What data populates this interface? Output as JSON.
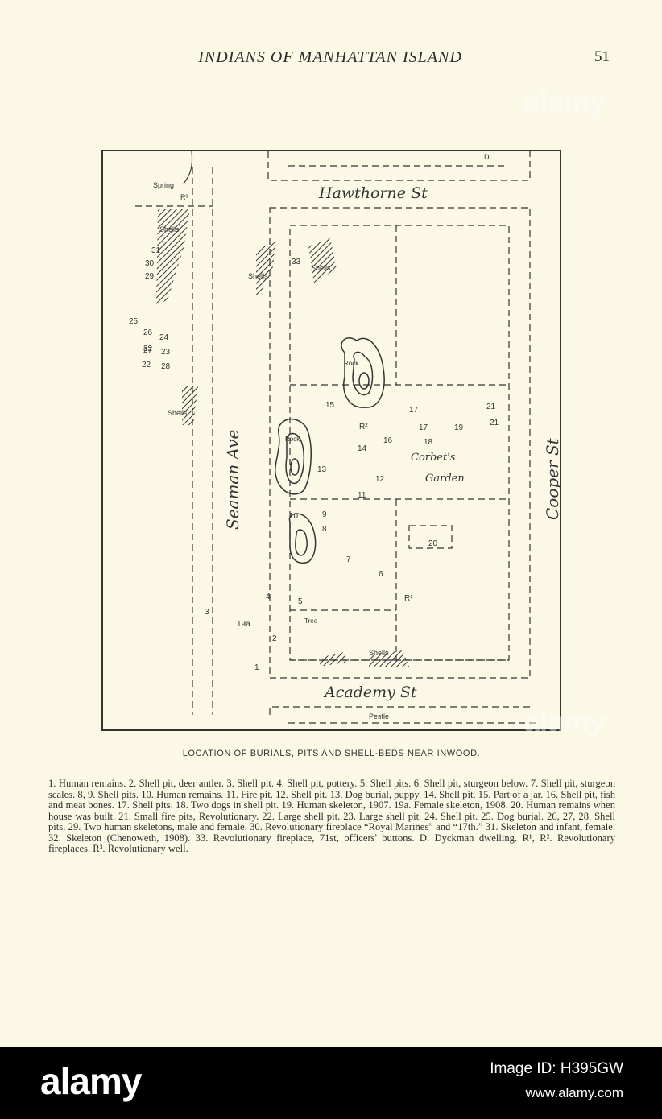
{
  "header": {
    "title": "INDIANS OF MANHATTAN ISLAND",
    "page_number": "51"
  },
  "map": {
    "streets": {
      "hawthorne": "Hawthorne St",
      "academy": "Academy St",
      "seaman": "Seaman Ave",
      "cooper": "Cooper St"
    },
    "labels": {
      "spring": "Spring",
      "r3": "R³",
      "shells": "Shells",
      "rock": "Rock",
      "tree": "Tree",
      "pestle": "Pestle",
      "r1": "R¹",
      "r2": "R²",
      "garden_line1": "Corbet's",
      "garden_line2": "Garden",
      "d": "D"
    },
    "markers": [
      "1",
      "2",
      "3",
      "4",
      "5",
      "6",
      "7",
      "8",
      "9",
      "10",
      "11",
      "12",
      "13",
      "14",
      "15",
      "16",
      "17",
      "17",
      "18",
      "19",
      "19a",
      "20",
      "21",
      "21",
      "22",
      "23",
      "24",
      "25",
      "26",
      "27",
      "28",
      "29",
      "30",
      "31",
      "32",
      "33"
    ]
  },
  "caption": "LOCATION OF BURIALS, PITS AND SHELL-BEDS NEAR INWOOD.",
  "legend": "1. Human remains. 2. Shell pit, deer antler. 3. Shell pit. 4. Shell pit, pottery. 5. Shell pits. 6. Shell pit, sturgeon below. 7. Shell pit, sturgeon scales. 8, 9. Shell pits. 10. Human remains. 11. Fire pit. 12. Shell pit. 13. Dog burial, puppy. 14. Shell pit. 15. Part of a jar. 16. Shell pit, fish and meat bones. 17. Shell pits. 18. Two dogs in shell pit. 19. Human skeleton, 1907. 19a. Female skeleton, 1908. 20. Human remains when house was built. 21. Small fire pits, Revolutionary. 22. Large shell pit. 23. Large shell pit. 24. Shell pit. 25. Dog burial. 26, 27, 28. Shell pits. 29. Two human skeletons, male and female. 30. Revolutionary fireplace “Royal Marines” and “17th.” 31. Skeleton and infant, female. 32. Skeleton (Chenoweth, 1908). 33. Revolutionary fireplace, 71st, officers' buttons. D. Dyckman dwelling. R¹, R². Revolutionary fireplaces. R³. Revolutionary well.",
  "watermark": "alamy",
  "footer": {
    "logo": "alamy",
    "image_id": "Image ID: H395GW",
    "url": "www.alamy.com"
  }
}
